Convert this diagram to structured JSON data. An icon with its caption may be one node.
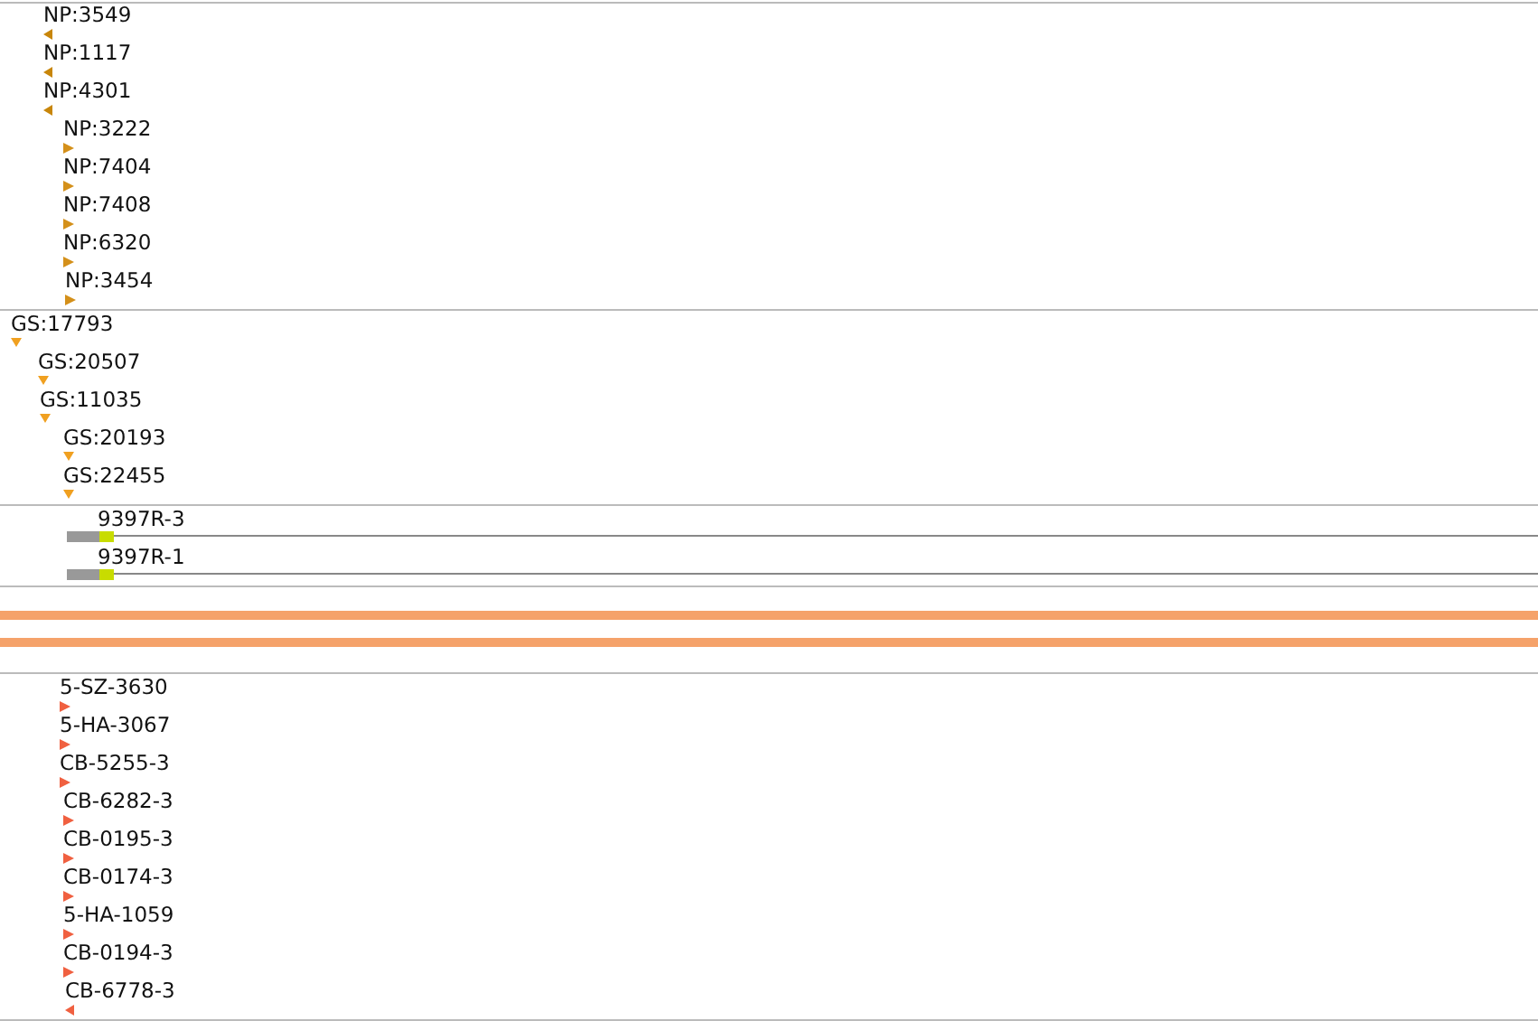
{
  "diagram": {
    "labels": [
      "NP:3549",
      "NP:1117",
      "NP:4301",
      "NP:3222",
      "NP:7404",
      "NP:7408",
      "NP:6320",
      "NP:3454",
      "GS:17793",
      "GS:20507",
      "GS:11035",
      "GS:20193",
      "GS:22455",
      "9397R-3",
      "9397R-1",
      "5-SZ-3630",
      "5-HA-3067",
      "CB-5255-3",
      "CB-6282-3",
      "CB-0195-3",
      "CB-0174-3",
      "5-HA-1059",
      "CB-0194-3",
      "CB-6778-3"
    ]
  }
}
